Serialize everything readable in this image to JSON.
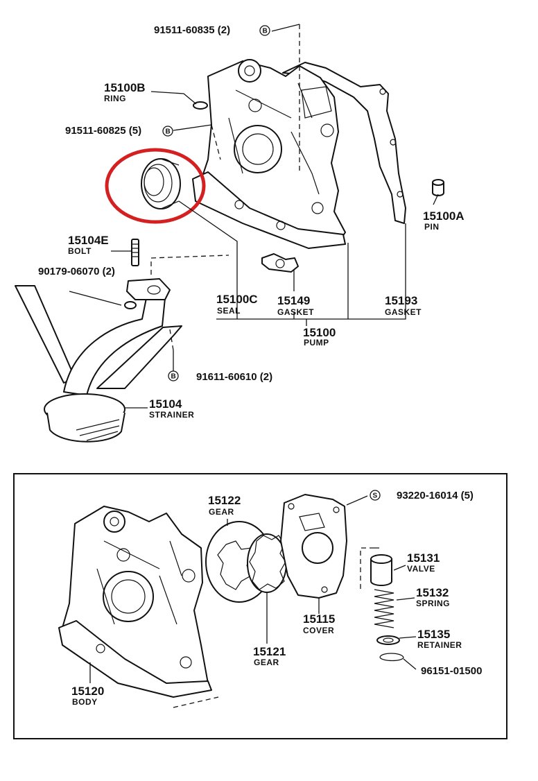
{
  "labels": {
    "p91511_60835": "91511-60835 (2)",
    "p15100B": "15100B",
    "ring": "RING",
    "p91511_60825": "91511-60825 (5)",
    "p15100A": "15100A",
    "pin": "PIN",
    "p15104E": "15104E",
    "bolt": "BOLT",
    "p90179_06070": "90179-06070 (2)",
    "p15100C": "15100C",
    "seal": "SEAL",
    "p15149": "15149",
    "gasket1": "GASKET",
    "p15193": "15193",
    "gasket2": "GASKET",
    "p15100": "15100",
    "pump": "PUMP",
    "p91611_60610": "91611-60610 (2)",
    "p15104": "15104",
    "strainer": "STRAINER",
    "p15122": "15122",
    "gear1": "GEAR",
    "p93220_16014": "93220-16014 (5)",
    "p15131": "15131",
    "valve": "VALVE",
    "p15132": "15132",
    "spring": "SPRING",
    "p15115": "15115",
    "cover": "COVER",
    "p15135": "15135",
    "retainer": "RETAINER",
    "p15121": "15121",
    "gear2": "GEAR",
    "p96151_01500": "96151-01500",
    "p15120": "15120",
    "body": "BODY"
  },
  "symbols": {
    "b": "B",
    "s": "S"
  },
  "highlight_color": "#d42020"
}
